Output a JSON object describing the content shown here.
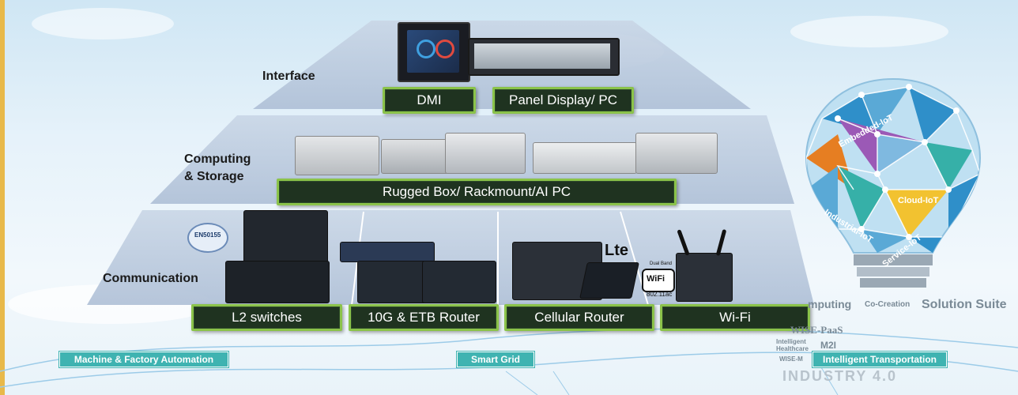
{
  "tiers": {
    "interface": {
      "label": "Interface",
      "products": [
        "DMI",
        "Panel Display/ PC"
      ]
    },
    "computing": {
      "label_line1": "Computing",
      "label_line2": "& Storage",
      "products": [
        "Rugged Box/ Rackmount/AI PC"
      ]
    },
    "communication": {
      "label": "Communication",
      "products": [
        "L2 switches",
        "10G & ETB Router",
        "Cellular Router",
        "Wi-Fi"
      ]
    }
  },
  "badges": {
    "en50155": "EN50155",
    "lte": "Lte",
    "wifi": "WiFi",
    "wifi_std": "802.11ac",
    "dual_band": "Dual Band"
  },
  "applications": [
    "Machine & Factory Automation",
    "Smart Grid",
    "Intelligent Transportation"
  ],
  "bulb": {
    "segments": [
      "Embedded-IoT",
      "Cloud-IoT",
      "Industrial-IoT",
      "Service-IoT"
    ],
    "footer": {
      "computing": "mputing",
      "cocreation": "Co-Creation",
      "solution_suite": "Solution Suite",
      "wise_paas": "WISE-PaaS",
      "intelligent_healthcare": "Intelligent Healthcare",
      "m2": "M2I",
      "wise_m": "WISE-M",
      "industry": "INDUSTRY 4.0"
    }
  },
  "colors": {
    "pill_bg": "#1f3320",
    "pill_border": "#8bc34a",
    "tier_fill": "#b7c8de",
    "tag_bg": "#3fb3b1",
    "bulb_purple": "#9b59b6",
    "bulb_blue": "#2f8fc9",
    "bulb_teal": "#36b0a8",
    "bulb_yellow": "#f2c230",
    "bulb_orange": "#e67e22"
  }
}
